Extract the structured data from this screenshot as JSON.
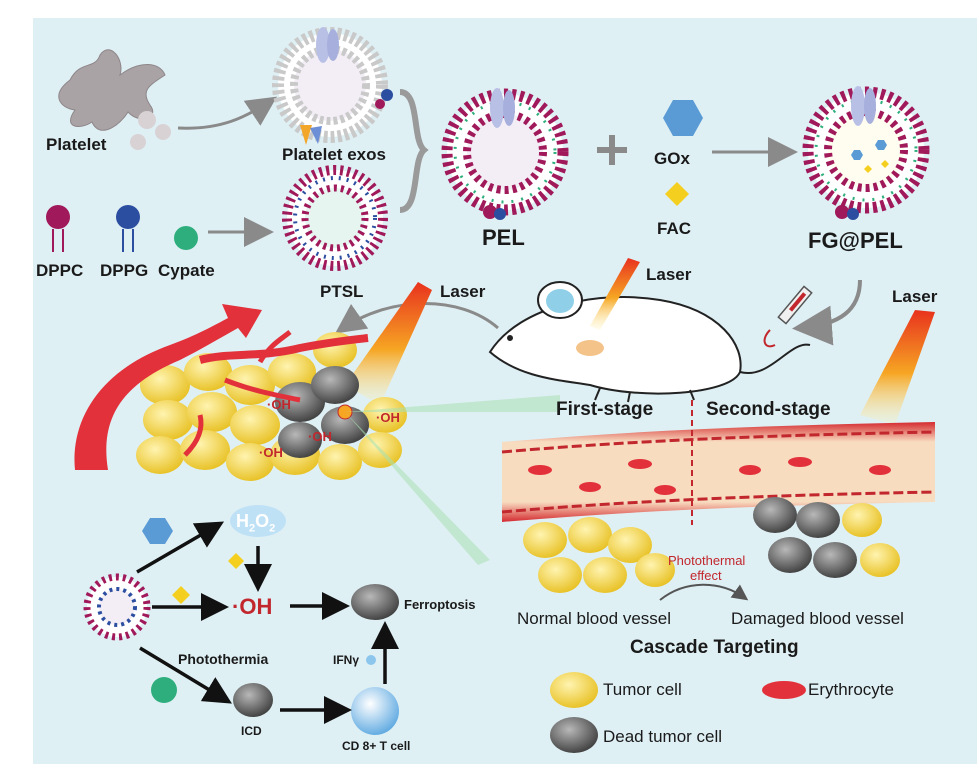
{
  "synthesis": {
    "platelet": "Platelet",
    "platelet_exos": "Platelet exos",
    "dppc": "DPPC",
    "dppg": "DPPG",
    "cypate": "Cypate",
    "ptsl": "PTSL",
    "pel": "PEL",
    "plus": "+",
    "gox": "GOx",
    "fac": "FAC",
    "product": "FG@PEL"
  },
  "treatment": {
    "laser_mouse": "Laser",
    "laser_tumor": "Laser",
    "laser_vessel": "Laser",
    "oh_labels": [
      "·OH",
      "·OH",
      "·OH",
      "·OH"
    ]
  },
  "vessel": {
    "first_stage": "First-stage",
    "second_stage": "Second-stage",
    "photothermal_line1": "Photothermal",
    "photothermal_line2": "effect",
    "normal": "Normal blood vessel",
    "damaged": "Damaged blood vessel",
    "title": "Cascade Targeting"
  },
  "mechanism": {
    "h2o2": "H2O2",
    "oh": "·OH",
    "ferroptosis": "Ferroptosis",
    "photothermia": "Photothermia",
    "ifn": "IFNγ",
    "icd": "ICD",
    "tcell": "CD 8+ T cell"
  },
  "legend": {
    "tumor_cell": "Tumor cell",
    "dead_tumor_cell": "Dead tumor cell",
    "erythrocyte": "Erythrocyte"
  },
  "colors": {
    "panel_bg": "#dff0f5",
    "dppc": "#a0195a",
    "dppg": "#2c4ea0",
    "cypate": "#2fae7d",
    "gox": "#5b9bd5",
    "fac": "#f5cf1f",
    "vessel_red": "#e2313a",
    "tumor_yellow": "#f2d24a",
    "dead_gray": "#5a5a5a"
  }
}
